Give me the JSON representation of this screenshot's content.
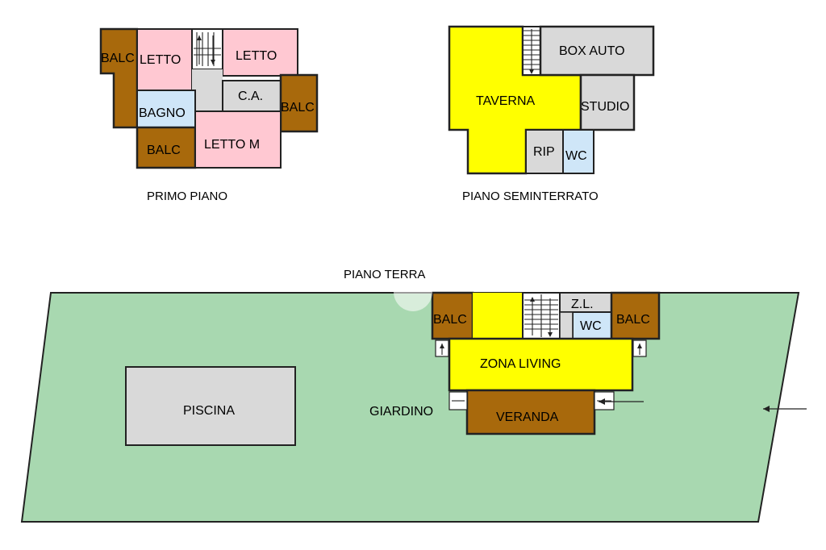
{
  "colors": {
    "balcony": "#a8690c",
    "bedroom": "#ffc8d2",
    "bathroom": "#cfe6f8",
    "service": "#d9d9d9",
    "living": "#ffff00",
    "garden": "#a8d8b0",
    "pool": "#d9d9d9",
    "stairs": "#ffffff",
    "walls": "#222222"
  },
  "floors": {
    "first": {
      "caption": "PRIMO PIANO",
      "rooms": {
        "balc_left": "BALC",
        "letto_1": "LETTO",
        "letto_2": "LETTO",
        "ca": "C.A.",
        "balc_right": "BALC",
        "bagno": "BAGNO",
        "balc_bottom": "BALC",
        "letto_m": "LETTO M"
      }
    },
    "basement": {
      "caption": "PIANO SEMINTERRATO",
      "rooms": {
        "box_auto": "BOX AUTO",
        "taverna": "TAVERNA",
        "studio": "STUDIO",
        "rip": "RIP",
        "wc": "WC"
      }
    },
    "ground": {
      "caption": "PIANO TERRA",
      "rooms": {
        "balc_left": "BALC",
        "zl": "Z.L.",
        "wc": "WC",
        "balc_right": "BALC",
        "zona_living": "ZONA LIVING",
        "veranda": "VERANDA",
        "piscina": "PISCINA",
        "giardino": "GIARDINO"
      }
    }
  }
}
